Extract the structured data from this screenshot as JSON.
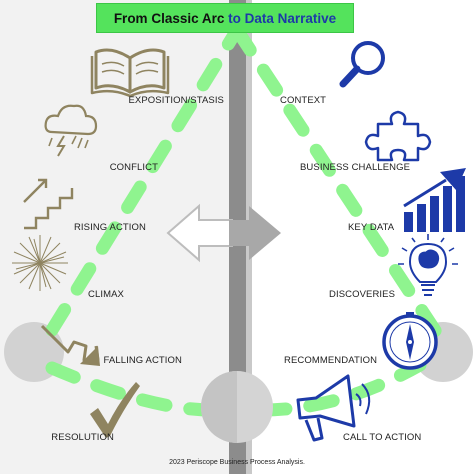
{
  "title": {
    "left_part": "From Classic Arc ",
    "right_part": "to Data Narrative"
  },
  "classic_arc": [
    "EXPOSITION/STASIS",
    "CONFLICT",
    "RISING ACTION",
    "CLIMAX",
    "FALLING ACTION",
    "RESOLUTION"
  ],
  "data_narrative": [
    "CONTEXT",
    "BUSINESS CHALLENGE",
    "KEY DATA",
    "DISCOVERIES",
    "RECOMMENDATION",
    "CALL TO ACTION"
  ],
  "left_icons": [
    "book-icon",
    "storm-cloud-icon",
    "stairs-up-icon",
    "burst-icon",
    "arrow-down-right-icon",
    "checkmark-icon"
  ],
  "right_icons": [
    "magnifier-icon",
    "puzzle-piece-icon",
    "bar-chart-icon",
    "lightbulb-brain-icon",
    "compass-icon",
    "megaphone-icon"
  ],
  "colors": {
    "accent_green": "#54e35c",
    "dash_green": "#8ff48f",
    "navy": "#1d3aa8",
    "khaki": "#8f8460",
    "divider_gray": "#8c8c8c"
  },
  "footnote": "2023 Periscope Business Process Analysis."
}
